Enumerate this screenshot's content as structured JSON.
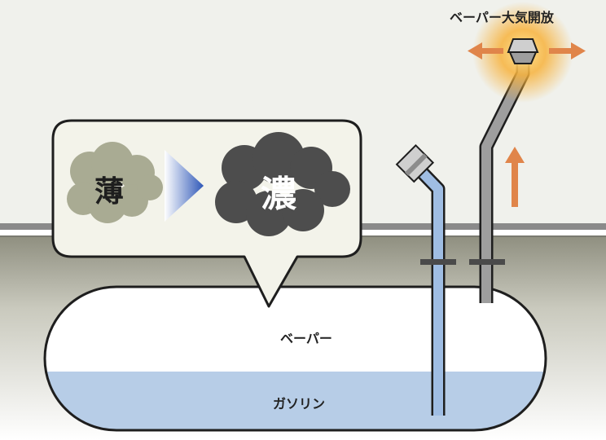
{
  "labels": {
    "vent_release": "ベーパー大気開放",
    "vapor": "ベーパー",
    "gasoline": "ガソリン",
    "thin": "薄",
    "dense": "濃"
  },
  "icons": {
    "release_arrows": "arrow-left-right-icon",
    "rise_arrow": "arrow-up-icon",
    "transition": "triangle-right-icon"
  },
  "colors": {
    "sky": "#f0f1ec",
    "ground_top": "#9a9a8c",
    "ground_bottom": "#ffffff",
    "tank_fill": "#ffffff",
    "gasoline": "#b7cde7",
    "pipe_blue": "#9fbde3",
    "pipe_gray": "#9e9e9e",
    "cloud_thin": "#a9ab93",
    "cloud_dense": "#4d4d4d",
    "bubble": "#f3f3ea",
    "arrow_orange": "#e0854a",
    "glow": "#f7b23c",
    "triangle_blue": "#2f58b8"
  }
}
